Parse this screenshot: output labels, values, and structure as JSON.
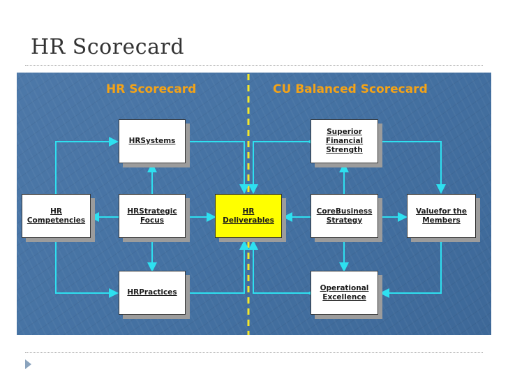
{
  "slide": {
    "title": "HR Scorecard"
  },
  "diagram": {
    "left_heading": "HR Scorecard",
    "right_heading": "CU Balanced Scorecard",
    "colors": {
      "arrow": "#2ee0f0",
      "divider": "#f5e82a",
      "heading": "#f3a318",
      "highlight_box": "#ffff00",
      "background": "#4a75a6"
    },
    "nodes": {
      "hr_systems": "HRSystems",
      "hr_competencies": "HR\nCompetencies",
      "hr_strategic_focus": "HRStrategic\nFocus",
      "hr_practices": "HRPractices",
      "hr_deliverables": "HR\nDeliverables",
      "superior_financial_strength": "Superior\nFinancial\nStrength",
      "core_business_strategy": "CoreBusiness\nStrategy",
      "value_for_members": "Valuefor the\nMembers",
      "operational_excellence": "Operational\nExcellence"
    }
  }
}
